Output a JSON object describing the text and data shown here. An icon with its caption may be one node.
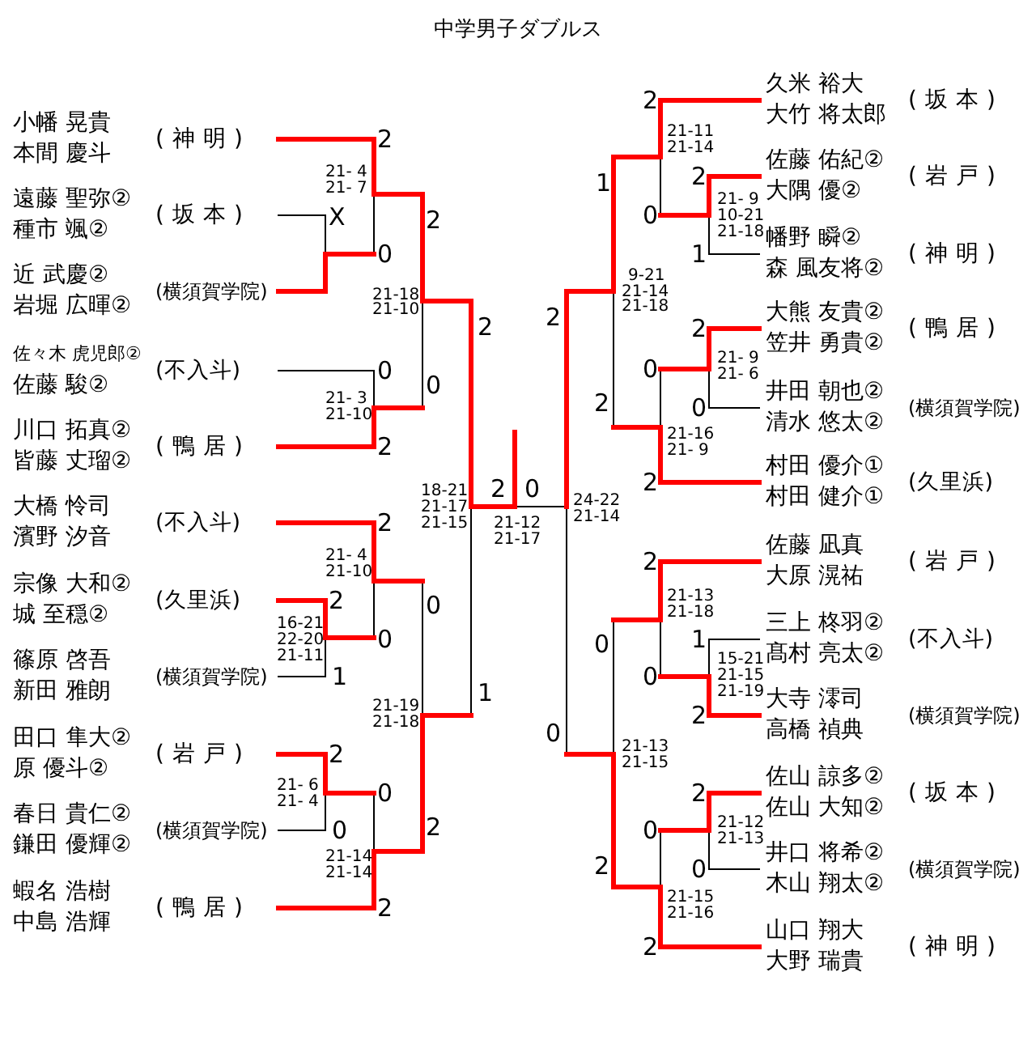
{
  "diagram": {
    "title": "中学男子ダブルス",
    "nodes": [
      {
        "text": [
          "小幡 晃貴",
          "本間 慶斗",
          "(神明)"
        ]
      },
      {
        "text": [
          "遠藤 聖弥②",
          "種市 颯②",
          "(坂本)"
        ]
      },
      {
        "text": [
          "近 武慶②",
          "岩堀 広暉②",
          "(横須賀学院)"
        ]
      },
      {
        "text": [
          "佐々木 虎児郎②",
          "佐藤 駿②",
          "(不入斗)"
        ]
      },
      {
        "text": [
          "川口 拓真②",
          "皆藤 丈瑠②",
          "(鴨居)"
        ]
      },
      {
        "text": [
          "大橋 怜司",
          "濱野 汐音",
          "(不入斗)"
        ]
      },
      {
        "text": [
          "宗像 大和②",
          "城 至穏②",
          "(久里浜)"
        ]
      },
      {
        "text": [
          "篠原 啓吾",
          "新田 雅朗",
          "(横須賀学院)"
        ]
      },
      {
        "text": [
          "田口 隼大②",
          "原 優斗②",
          "(岩戸)"
        ]
      },
      {
        "text": [
          "春日 貴仁②",
          "鎌田 優輝②",
          "(横須賀学院)"
        ]
      },
      {
        "text": [
          "蝦名 浩樹",
          "中島 浩輝",
          "(鴨居)"
        ]
      },
      {
        "text": [
          "久米 裕大",
          "大竹 将太郎",
          "(坂本)"
        ]
      },
      {
        "text": [
          "佐藤 佑紀②",
          "大隅 優②",
          "(岩戸)"
        ]
      },
      {
        "text": [
          "幡野 瞬②",
          "森 風友将②",
          "(神明)"
        ]
      },
      {
        "text": [
          "大熊 友貴②",
          "笠井 勇貴②",
          "(鴨居)"
        ]
      },
      {
        "text": [
          "井田 朝也②",
          "清水 悠太②",
          "(横須賀学院)"
        ]
      },
      {
        "text": [
          "村田 優介①",
          "村田 健介①",
          "(久里浜)"
        ]
      },
      {
        "text": [
          "佐藤 凪真",
          "大原 滉祐",
          "(岩戸)"
        ]
      },
      {
        "text": [
          "三上 柊羽②",
          "髙村 亮太②",
          "(不入斗)"
        ]
      },
      {
        "text": [
          "大寺 澪司",
          "高橋 禎典",
          "(横須賀学院)"
        ]
      },
      {
        "text": [
          "佐山 諒多②",
          "佐山 大知②",
          "(坂本)"
        ]
      },
      {
        "text": [
          "井口 将希②",
          "木山 翔太②",
          "(横須賀学院)"
        ]
      },
      {
        "text": [
          "山口 翔大",
          "大野 瑞貴",
          "(神明)"
        ]
      }
    ],
    "labels": [
      "2",
      "21- 4",
      "21- 7",
      "X",
      "0",
      "2",
      "21-18",
      "21-10",
      "2",
      "0",
      "0",
      "21- 3",
      "21-10",
      "2",
      "18-21",
      "21-17",
      "21-15",
      "2",
      "21- 4",
      "21-10",
      "2",
      "0",
      "16-21",
      "22-20",
      "21-11",
      "0",
      "1",
      "1",
      "21-19",
      "21-18",
      "2",
      "21- 6",
      "21- 4",
      "0",
      "2",
      "0",
      "21-14",
      "21-14",
      "2",
      "2",
      "0",
      "21-12",
      "21-17",
      "24-22",
      "21-14",
      "2",
      "21-11",
      "21-14",
      "2",
      "1",
      "21- 9",
      "10-21",
      "21-18",
      "0",
      "1",
      "9-21",
      "21-14",
      "21-18",
      "2",
      "2",
      "21- 9",
      "21- 6",
      "0",
      "2",
      "0",
      "21-16",
      "21- 9",
      "2",
      "2",
      "21-13",
      "21-18",
      "1",
      "0",
      "15-21",
      "21-15",
      "21-19",
      "0",
      "2",
      "0",
      "21-13",
      "21-15",
      "2",
      "21-12",
      "21-13",
      "0",
      "0",
      "2",
      "21-15",
      "21-16",
      "2"
    ]
  }
}
